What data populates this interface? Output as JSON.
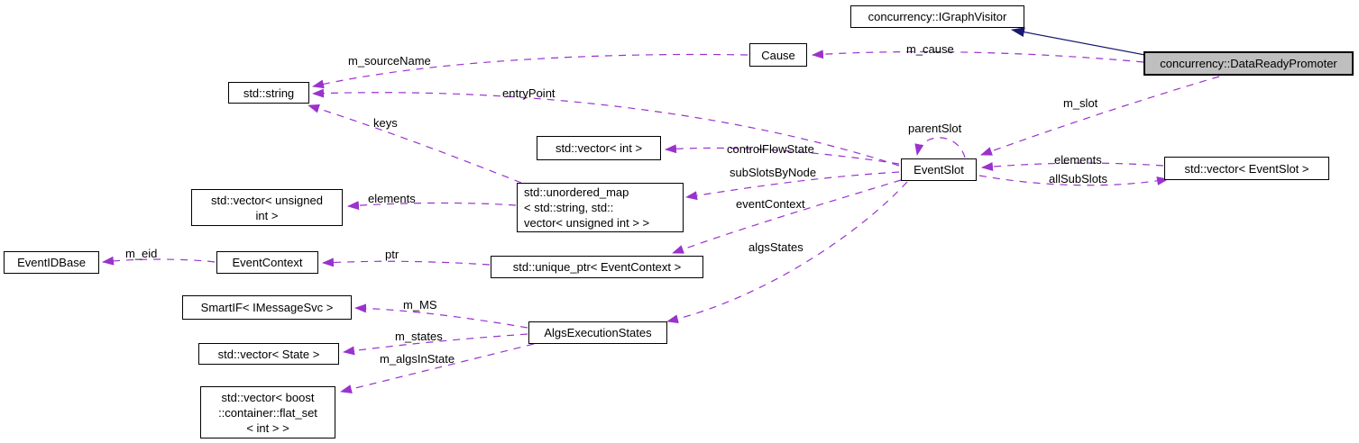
{
  "diagram": {
    "type": "doxygen-collaboration-graph",
    "background_color": "#ffffff",
    "usage_edge_color": "#9a32cd",
    "inheritance_edge_color": "#191970",
    "main_node_fill": "#bfbfbf",
    "node_fill": "#ffffff",
    "node_border_color": "#000000"
  },
  "nodes": {
    "igraphvisitor": {
      "label": "concurrency::IGraphVisitor"
    },
    "datareadypromoter": {
      "label": "concurrency::DataReadyPromoter"
    },
    "cause": {
      "label": "Cause"
    },
    "stdstring": {
      "label": "std::string"
    },
    "vector_int": {
      "label": "std::vector< int >"
    },
    "eventslot": {
      "label": "EventSlot"
    },
    "vector_eventslot": {
      "label": "std::vector< EventSlot >"
    },
    "vector_unsigned": {
      "lines": [
        "std::vector< unsigned",
        "int >"
      ]
    },
    "unordered_map": {
      "lines": [
        "std::unordered_map",
        "< std::string, std::",
        "vector< unsigned int > >"
      ]
    },
    "eventcontext": {
      "label": "EventContext"
    },
    "unique_ptr": {
      "label": "std::unique_ptr< EventContext >"
    },
    "eventidbase": {
      "label": "EventIDBase"
    },
    "smartif": {
      "label": "SmartIF< IMessageSvc >"
    },
    "vector_state": {
      "label": "std::vector< State >"
    },
    "algsexecutionstates": {
      "label": "AlgsExecutionStates"
    },
    "vector_flatset": {
      "lines": [
        "std::vector< boost",
        "::container::flat_set",
        "< int > >"
      ]
    }
  },
  "edge_labels": {
    "m_cause": "m_cause",
    "m_sourceName": "m_sourceName",
    "entryPoint": "entryPoint",
    "keys": "keys",
    "controlFlowState": "controlFlowState",
    "subSlotsByNode": "subSlotsByNode",
    "eventContext": "eventContext",
    "algsStates": "algsStates",
    "parentSlot": "parentSlot",
    "m_slot": "m_slot",
    "elements_right": "elements",
    "allSubSlots": "allSubSlots",
    "elements_left": "elements",
    "ptr": "ptr",
    "m_eid": "m_eid",
    "m_MS": "m_MS",
    "m_states": "m_states",
    "m_algsInState": "m_algsInState"
  }
}
